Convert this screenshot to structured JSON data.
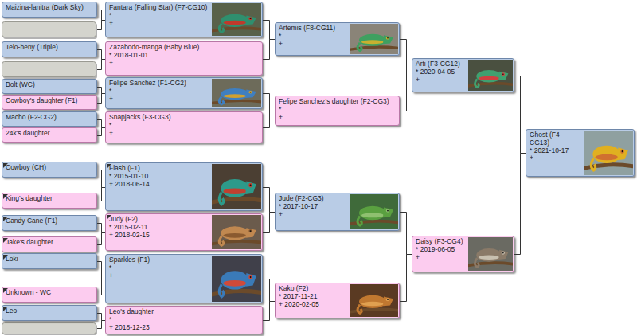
{
  "diagram": {
    "nodes": [
      {
        "text": [
          "Maizina-lanitra (Dark Sky)"
        ]
      },
      {
        "text": [
          "Telo-heny (Triple)"
        ]
      },
      {
        "text": [
          "Bolt (WC)"
        ]
      },
      {
        "text": [
          "Cowboy's daughter (F1)"
        ]
      },
      {
        "text": [
          "Macho (F2-CG2)"
        ]
      },
      {
        "text": [
          "24k's daughter"
        ]
      },
      {
        "text": [
          "Cowboy (CH)"
        ]
      },
      {
        "text": [
          "King's daughter"
        ]
      },
      {
        "text": [
          "Candy Cane (F1)"
        ]
      },
      {
        "text": [
          "Jake's daughter"
        ]
      },
      {
        "text": [
          "Loki"
        ]
      },
      {
        "text": [
          "Unknown - WC"
        ]
      },
      {
        "text": [
          "Leo"
        ]
      },
      {
        "text": [
          "Fantara (Falling Star) (F7-CG10)",
          "*",
          "+"
        ]
      },
      {
        "text": [
          "Zazabodo-manga (Baby Blue)",
          "* 2018-01-01",
          "+"
        ]
      },
      {
        "text": [
          "Felipe Sanchez (F1-CG2)",
          "*",
          "+"
        ]
      },
      {
        "text": [
          "Snapjacks (F3-CG3)",
          "*",
          "+"
        ]
      },
      {
        "text": [
          "Flash (F1)",
          "* 2015-01-10",
          "+ 2018-06-14"
        ]
      },
      {
        "text": [
          "Judy (F2)",
          "* 2015-02-11",
          "+ 2018-02-15"
        ]
      },
      {
        "text": [
          "Sparkles (F1)",
          "*",
          "+"
        ]
      },
      {
        "text": [
          "Leo's daughter",
          "*",
          "+ 2018-12-23"
        ]
      },
      {
        "text": [
          "Artemis (F8-CG11)",
          "*",
          "+"
        ]
      },
      {
        "text": [
          "Felipe Sanchez's daughter (F2-CG3)",
          "*",
          "+"
        ]
      },
      {
        "text": [
          "Jude (F2-CG3)",
          "* 2017-10-17",
          "+"
        ]
      },
      {
        "text": [
          "Kako (F2)",
          "* 2017-11-21",
          "+ 2020-02-05"
        ]
      },
      {
        "text": [
          "Arti (F3-CG12)",
          "* 2020-04-05",
          "+"
        ]
      },
      {
        "text": [
          "Daisy (F3-CG4)",
          "* 2019-06-05",
          "+"
        ]
      },
      {
        "text": [
          "Ghost (F4-CG13)",
          "* 2021-10-17",
          "+"
        ]
      }
    ],
    "edges": [
      {
        "from": 0,
        "to": 13,
        "arrow": "none"
      },
      {
        "from": 1,
        "to": 14,
        "arrow": "none"
      },
      {
        "from": 2,
        "to": 15,
        "arrow": "none"
      },
      {
        "from": 3,
        "to": 15,
        "arrow": "none"
      },
      {
        "from": 4,
        "to": 16,
        "arrow": "none"
      },
      {
        "from": 5,
        "to": 16,
        "arrow": "none"
      },
      {
        "from": 6,
        "to": 17,
        "arrow": "none"
      },
      {
        "from": 7,
        "to": 17,
        "arrow": "none"
      },
      {
        "from": 8,
        "to": 18,
        "arrow": "none"
      },
      {
        "from": 9,
        "to": 18,
        "arrow": "none"
      },
      {
        "from": 10,
        "to": 19,
        "arrow": "none"
      },
      {
        "from": 11,
        "to": 19,
        "arrow": "none"
      },
      {
        "from": 12,
        "to": 20,
        "arrow": "none"
      },
      {
        "from": 13,
        "to": 21,
        "arrow": "none"
      },
      {
        "from": 14,
        "to": 21,
        "arrow": "none"
      },
      {
        "from": 15,
        "to": 22,
        "arrow": "none"
      },
      {
        "from": 16,
        "to": 22,
        "arrow": "none"
      },
      {
        "from": 17,
        "to": 23,
        "arrow": "none"
      },
      {
        "from": 18,
        "to": 23,
        "arrow": "none"
      },
      {
        "from": 19,
        "to": 24,
        "arrow": "none"
      },
      {
        "from": 20,
        "to": 24,
        "arrow": "none"
      },
      {
        "from": 21,
        "to": 25,
        "arrow": "none"
      },
      {
        "from": 22,
        "to": 25,
        "arrow": "none"
      },
      {
        "from": 23,
        "to": 26,
        "arrow": "none"
      },
      {
        "from": 24,
        "to": 26,
        "arrow": "none"
      },
      {
        "from": 25,
        "to": 27,
        "arrow": "none"
      },
      {
        "from": 26,
        "to": 27,
        "arrow": "none"
      }
    ]
  }
}
